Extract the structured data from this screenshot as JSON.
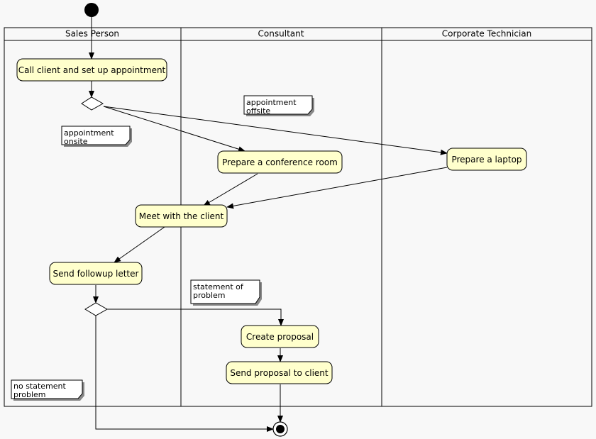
{
  "lanes": [
    "Sales Person",
    "Consultant",
    "Corporate Technician"
  ],
  "activities": {
    "call_client": "Call client and set up appointment",
    "prepare_conference_room": "Prepare a conference room",
    "prepare_laptop": "Prepare a laptop",
    "meet_client": "Meet with the client",
    "send_followup": "Send followup letter",
    "create_proposal": "Create proposal",
    "send_proposal": "Send proposal to client"
  },
  "notes": {
    "appointment_offsite": [
      "appointment",
      "offsite"
    ],
    "appointment_onsite": [
      "appointment",
      "onsite"
    ],
    "statement_of_problem": [
      "statement of",
      "problem"
    ],
    "no_statement_problem": [
      "no statement",
      "problem"
    ]
  }
}
